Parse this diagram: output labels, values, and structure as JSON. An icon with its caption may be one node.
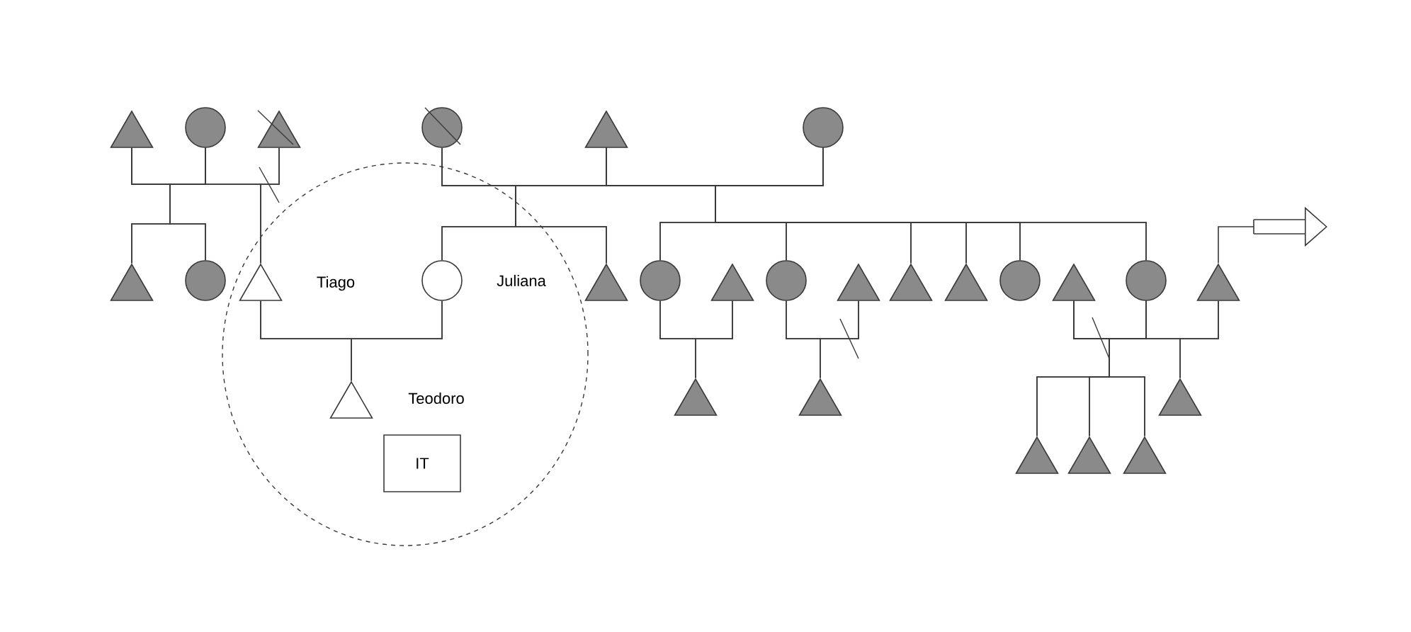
{
  "diagram": {
    "nodes": [
      {
        "text": [],
        "shape": "triangle"
      },
      {
        "text": [],
        "shape": "circle"
      },
      {
        "text": [],
        "shape": "triangle"
      },
      {
        "text": [],
        "shape": "circle"
      },
      {
        "text": [],
        "shape": "triangle"
      },
      {
        "text": [],
        "shape": "circle"
      },
      {
        "text": [],
        "shape": "circle"
      },
      {
        "text": [],
        "shape": "triangle"
      },
      {
        "text": [],
        "shape": "circle"
      },
      {
        "text": [],
        "shape": "triangle",
        "in": 6,
        "beside": [
          "Tiago"
        ]
      },
      {
        "text": [],
        "shape": "circle",
        "in": 6,
        "beside": [
          "Juliana"
        ]
      },
      {
        "text": [],
        "shape": "triangle"
      },
      {
        "text": [],
        "shape": "circle"
      },
      {
        "text": [],
        "shape": "triangle"
      },
      {
        "text": [],
        "shape": "circle"
      },
      {
        "text": [],
        "shape": "triangle"
      },
      {
        "text": [],
        "shape": "triangle"
      },
      {
        "text": [],
        "shape": "triangle"
      },
      {
        "text": [],
        "shape": "circle"
      },
      {
        "text": [],
        "shape": "triangle"
      },
      {
        "text": [],
        "shape": "circle"
      },
      {
        "text": [],
        "shape": "triangle"
      },
      {
        "text": [],
        "shape": "triangle",
        "in": 6,
        "beside": [
          "Teodoro"
        ]
      },
      {
        "text": [],
        "shape": "triangle"
      },
      {
        "text": [],
        "shape": "triangle"
      },
      {
        "text": [],
        "shape": "triangle"
      },
      {
        "text": [],
        "shape": "triangle"
      },
      {
        "text": [],
        "shape": "triangle"
      },
      {
        "text": [],
        "shape": "triangle"
      },
      {
        "text": [
          "IT"
        ],
        "in": 6
      }
    ],
    "edges": [
      {
        "from": 0,
        "to": 1,
        "arrow": "none"
      },
      {
        "from": 1,
        "to": 2,
        "arrow": "none"
      },
      {
        "from": 3,
        "to": 4,
        "arrow": "none"
      },
      {
        "from": 4,
        "to": 5,
        "arrow": "none"
      },
      {
        "from": 9,
        "to": 10,
        "arrow": "none"
      },
      {
        "from": 12,
        "to": 13,
        "arrow": "none"
      },
      {
        "from": 14,
        "to": 15,
        "arrow": "none"
      },
      {
        "from": 19,
        "to": 20,
        "arrow": "none"
      },
      {
        "from": 20,
        "to": 21,
        "arrow": "none"
      },
      {
        "from": 0,
        "to": 7,
        "arrow": "none"
      },
      {
        "from": 1,
        "to": 7,
        "arrow": "none"
      },
      {
        "from": 0,
        "to": 8,
        "arrow": "none"
      },
      {
        "from": 1,
        "to": 8,
        "arrow": "none"
      },
      {
        "from": 1,
        "to": 9,
        "arrow": "none"
      },
      {
        "from": 2,
        "to": 9,
        "arrow": "none"
      },
      {
        "from": 3,
        "to": 10,
        "arrow": "none"
      },
      {
        "from": 4,
        "to": 10,
        "arrow": "none"
      },
      {
        "from": 3,
        "to": 11,
        "arrow": "none"
      },
      {
        "from": 4,
        "to": 11,
        "arrow": "none"
      },
      {
        "from": 4,
        "to": 12,
        "arrow": "none"
      },
      {
        "from": 5,
        "to": 12,
        "arrow": "none"
      },
      {
        "from": 4,
        "to": 14,
        "arrow": "none"
      },
      {
        "from": 5,
        "to": 14,
        "arrow": "none"
      },
      {
        "from": 4,
        "to": 16,
        "arrow": "none"
      },
      {
        "from": 5,
        "to": 16,
        "arrow": "none"
      },
      {
        "from": 4,
        "to": 17,
        "arrow": "none"
      },
      {
        "from": 5,
        "to": 17,
        "arrow": "none"
      },
      {
        "from": 4,
        "to": 18,
        "arrow": "none"
      },
      {
        "from": 5,
        "to": 18,
        "arrow": "none"
      },
      {
        "from": 4,
        "to": 20,
        "arrow": "none"
      },
      {
        "from": 5,
        "to": 20,
        "arrow": "none"
      },
      {
        "from": 9,
        "to": 22,
        "arrow": "none"
      },
      {
        "from": 10,
        "to": 22,
        "arrow": "none"
      },
      {
        "from": 12,
        "to": 23,
        "arrow": "none"
      },
      {
        "from": 13,
        "to": 23,
        "arrow": "none"
      },
      {
        "from": 14,
        "to": 24,
        "arrow": "none"
      },
      {
        "from": 15,
        "to": 24,
        "arrow": "none"
      },
      {
        "from": 20,
        "to": 25,
        "arrow": "none"
      },
      {
        "from": 21,
        "to": 25,
        "arrow": "none"
      },
      {
        "from": 19,
        "to": 26,
        "arrow": "none"
      },
      {
        "from": 20,
        "to": 26,
        "arrow": "none"
      },
      {
        "from": 19,
        "to": 27,
        "arrow": "none"
      },
      {
        "from": 20,
        "to": 27,
        "arrow": "none"
      },
      {
        "from": 19,
        "to": 28,
        "arrow": "none"
      },
      {
        "from": 20,
        "to": 28,
        "arrow": "none"
      },
      {
        "from": 21,
        "to": null,
        "arrow": "to"
      }
    ]
  }
}
